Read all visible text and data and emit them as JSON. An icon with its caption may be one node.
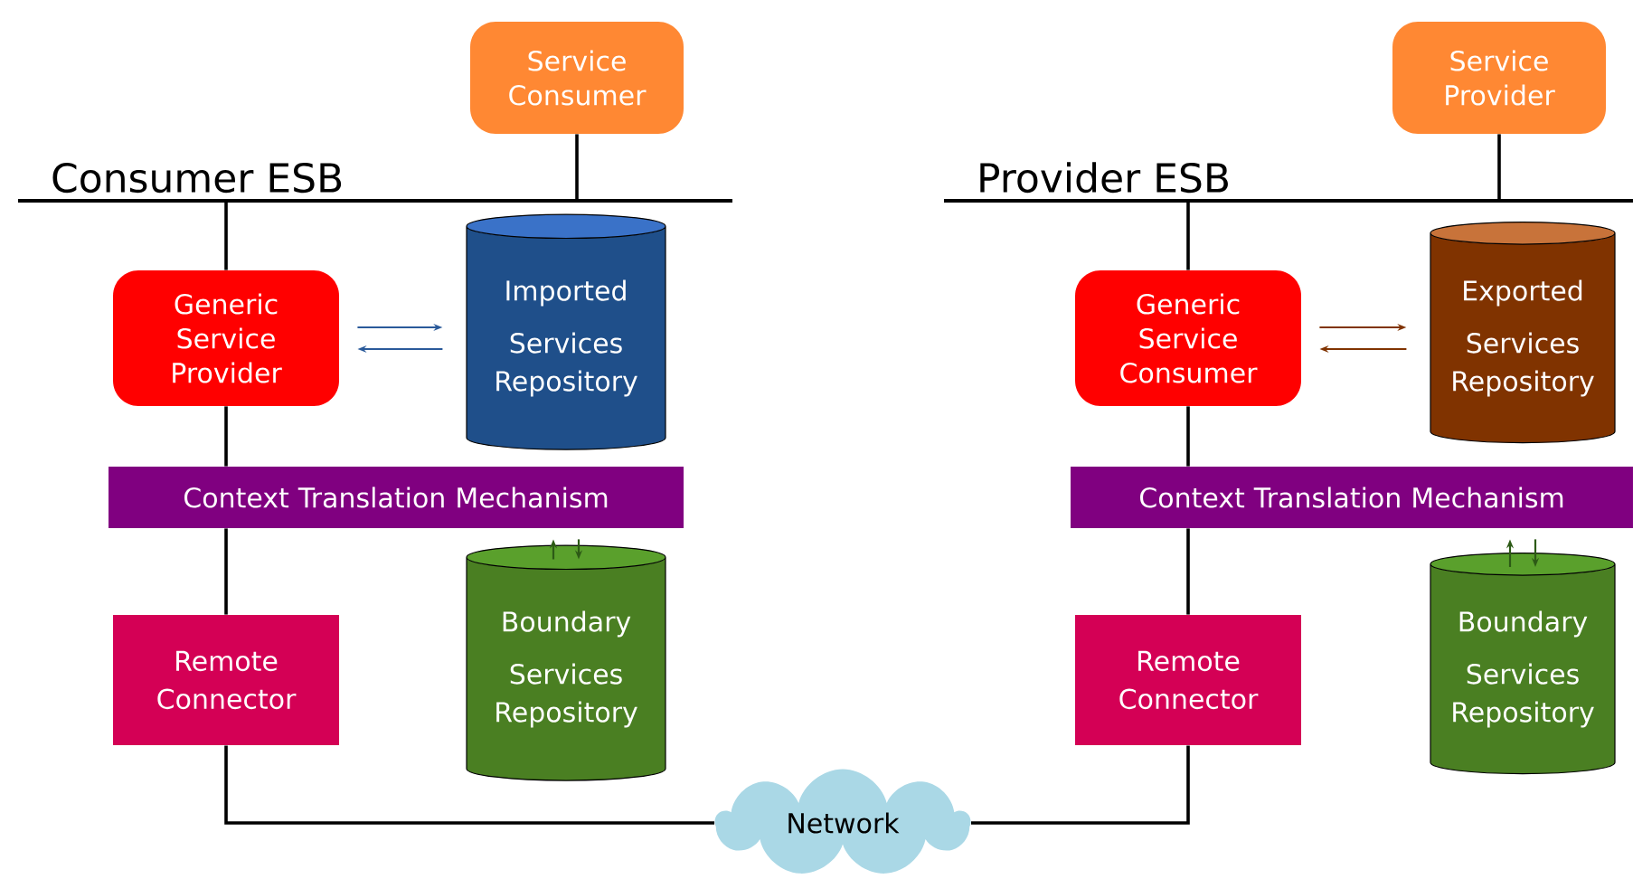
{
  "diagram": {
    "nodes": [
      {
        "text": [
          "Consumer ESB"
        ]
      },
      {
        "text": [
          "Service Consumer"
        ]
      },
      {
        "text": [
          "Generic Service Provider"
        ]
      },
      {
        "text": [
          "Imported Services Repository"
        ]
      },
      {
        "text": [
          "Context Translation Mechanism"
        ]
      },
      {
        "text": [
          "Remote Connector"
        ]
      },
      {
        "text": [
          "Boundary Services Repository"
        ]
      },
      {
        "text": [
          "Network"
        ]
      },
      {
        "text": [
          "Provider ESB"
        ]
      },
      {
        "text": [
          "Service Provider"
        ]
      },
      {
        "text": [
          "Generic Service Consumer"
        ]
      },
      {
        "text": [
          "Exported Services Repository"
        ]
      },
      {
        "text": [
          "Context Translation Mechanism"
        ]
      },
      {
        "text": [
          "Remote Connector"
        ]
      },
      {
        "text": [
          "Boundary Services Repository"
        ]
      }
    ],
    "edges": [
      {
        "from": 1,
        "to": 0,
        "arrow": "none"
      },
      {
        "from": 0,
        "to": 2,
        "arrow": "none"
      },
      {
        "from": 2,
        "to": 3,
        "arrow": "to",
        "color": "#2a5a9a"
      },
      {
        "from": 3,
        "to": 2,
        "arrow": "to",
        "color": "#2a5a9a"
      },
      {
        "from": 2,
        "to": 4,
        "arrow": "none"
      },
      {
        "from": 4,
        "to": 5,
        "arrow": "none"
      },
      {
        "from": 6,
        "to": 4,
        "arrow": "to",
        "color": "#2d5a16"
      },
      {
        "from": 4,
        "to": 6,
        "arrow": "to",
        "color": "#2d5a16"
      },
      {
        "from": 5,
        "to": 7,
        "arrow": "none"
      },
      {
        "from": 9,
        "to": 8,
        "arrow": "none"
      },
      {
        "from": 8,
        "to": 10,
        "arrow": "none"
      },
      {
        "from": 10,
        "to": 11,
        "arrow": "to",
        "color": "#803300"
      },
      {
        "from": 11,
        "to": 10,
        "arrow": "to",
        "color": "#803300"
      },
      {
        "from": 10,
        "to": 12,
        "arrow": "none"
      },
      {
        "from": 12,
        "to": 13,
        "arrow": "none"
      },
      {
        "from": 14,
        "to": 12,
        "arrow": "to",
        "color": "#2d5a16"
      },
      {
        "from": 12,
        "to": 14,
        "arrow": "to",
        "color": "#2d5a16"
      },
      {
        "from": 13,
        "to": 7,
        "arrow": "none"
      }
    ]
  }
}
